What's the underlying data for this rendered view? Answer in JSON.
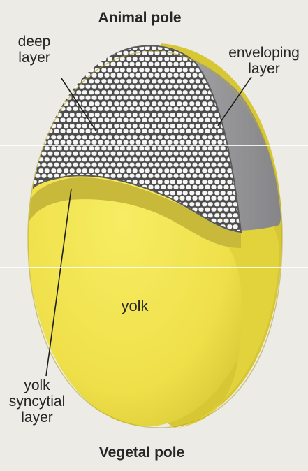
{
  "labels": {
    "animal_pole": "Animal pole",
    "vegetal_pole": "Vegetal pole",
    "deep_layer": "deep\nlayer",
    "enveloping_layer": "enveloping\nlayer",
    "yolk": "yolk",
    "yolk_syncytial_layer": "yolk\nsyncytial\nlayer"
  },
  "colors": {
    "background": "#ecebe6",
    "yolk": "#f0e34a",
    "yolk_dark": "#d4c52e",
    "yolk_syncytial": "#c8b93a",
    "enveloping": "#9a9a9c",
    "cell_fill": "#f6f6f6",
    "cell_wall": "#4a4a4a"
  }
}
